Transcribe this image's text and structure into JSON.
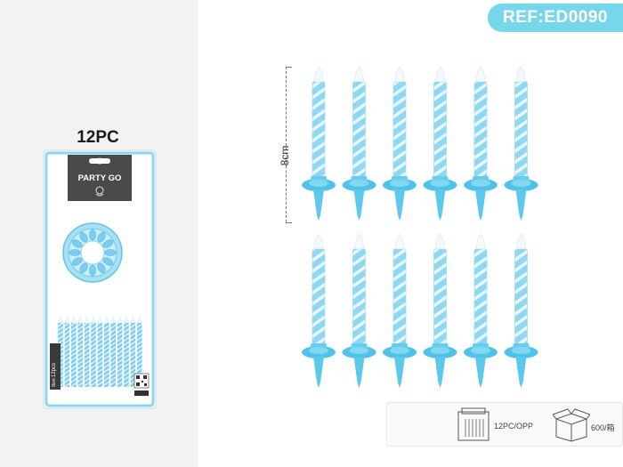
{
  "ref_code": "REF:ED0090",
  "pack_count": "12PC",
  "brand": "PARTY GO",
  "holder_count_text": "12pcs",
  "holder_unit_text": "8cm",
  "dimension": "8cm",
  "info": {
    "packaging": "12PC/OPP",
    "carton": "600/箱"
  },
  "colors": {
    "accent": "#76d6ea",
    "candle_blue": "#7cd0ee",
    "holder_blue": "#4ec2e8"
  }
}
